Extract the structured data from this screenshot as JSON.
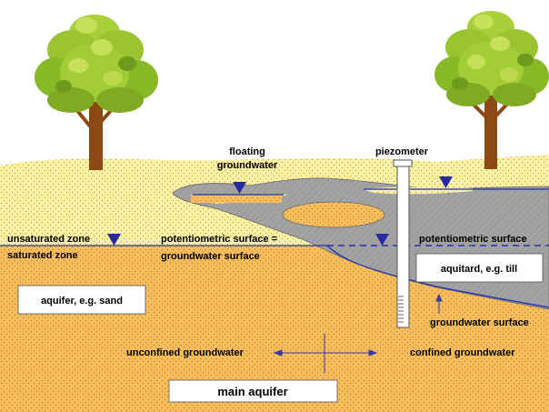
{
  "labels": {
    "floating_groundwater_1": "floating",
    "floating_groundwater_2": "groundwater",
    "piezometer": "piezometer",
    "unsaturated_zone": "unsaturated zone",
    "saturated_zone": "saturated zone",
    "potentiometric_surface_eq": "potentiometric surface =",
    "groundwater_surface_left": "groundwater surface",
    "potentiometric_surface_right": "potentiometric surface",
    "aquitard": "aquitard, e.g. till",
    "aquifer": "aquifer, e.g. sand",
    "groundwater_surface_right": "groundwater surface",
    "unconfined_groundwater": "unconfined groundwater",
    "confined_groundwater": "confined groundwater",
    "main_aquifer": "main aquifer"
  },
  "colors": {
    "sky": "#ffffff",
    "unsaturated_soil": "#fbf1a4",
    "saturated_soil": "#f6bd5e",
    "aquitard": "#a3a3a3",
    "water_table_line": "#2233aa",
    "marker": "#2a2aa0",
    "tree_trunk": "#8b4a14",
    "foliage": "#8bbf2a"
  }
}
